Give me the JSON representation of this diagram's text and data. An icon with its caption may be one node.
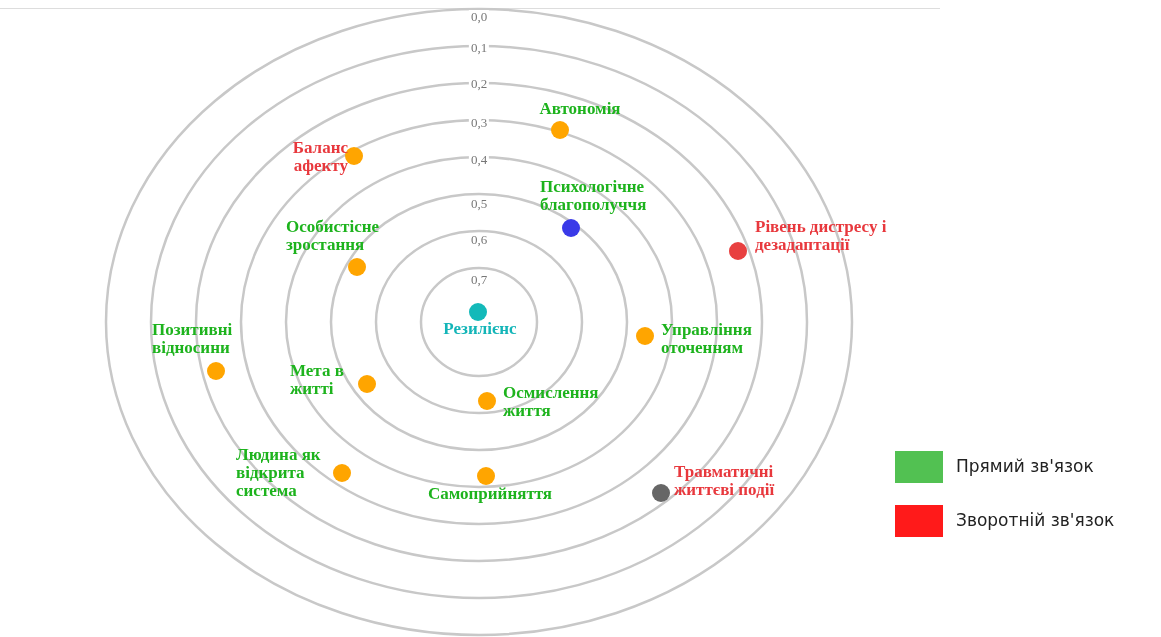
{
  "diagram": {
    "nodes": [
      {
        "text": [
          "Резилієнс"
        ]
      },
      {
        "text": [
          "Автономія"
        ]
      },
      {
        "text": [
          "Баланс афекту"
        ]
      },
      {
        "text": [
          "Психологічне благополуччя"
        ]
      },
      {
        "text": [
          "Рівень дистресу і дезадаптації"
        ]
      },
      {
        "text": [
          "Особистісне зростання"
        ]
      },
      {
        "text": [
          "Позитивні відносини"
        ]
      },
      {
        "text": [
          "Управління оточенням"
        ]
      },
      {
        "text": [
          "Мета в житті"
        ]
      },
      {
        "text": [
          "Осмислення життя"
        ]
      },
      {
        "text": [
          "Людина як відкрита система"
        ]
      },
      {
        "text": [
          "Самоприйняття"
        ]
      },
      {
        "text": [
          "Травматичні життєві події"
        ]
      }
    ],
    "labels": [
      "0,0",
      "0,1",
      "0,2",
      "0,3",
      "0,4",
      "0,5",
      "0,6",
      "0,7"
    ],
    "legend": [
      {
        "text": "Прямий зв'язок",
        "color": "#52c152"
      },
      {
        "text": "Зворотній зв'язок",
        "color": "#ff1a1a"
      }
    ]
  }
}
